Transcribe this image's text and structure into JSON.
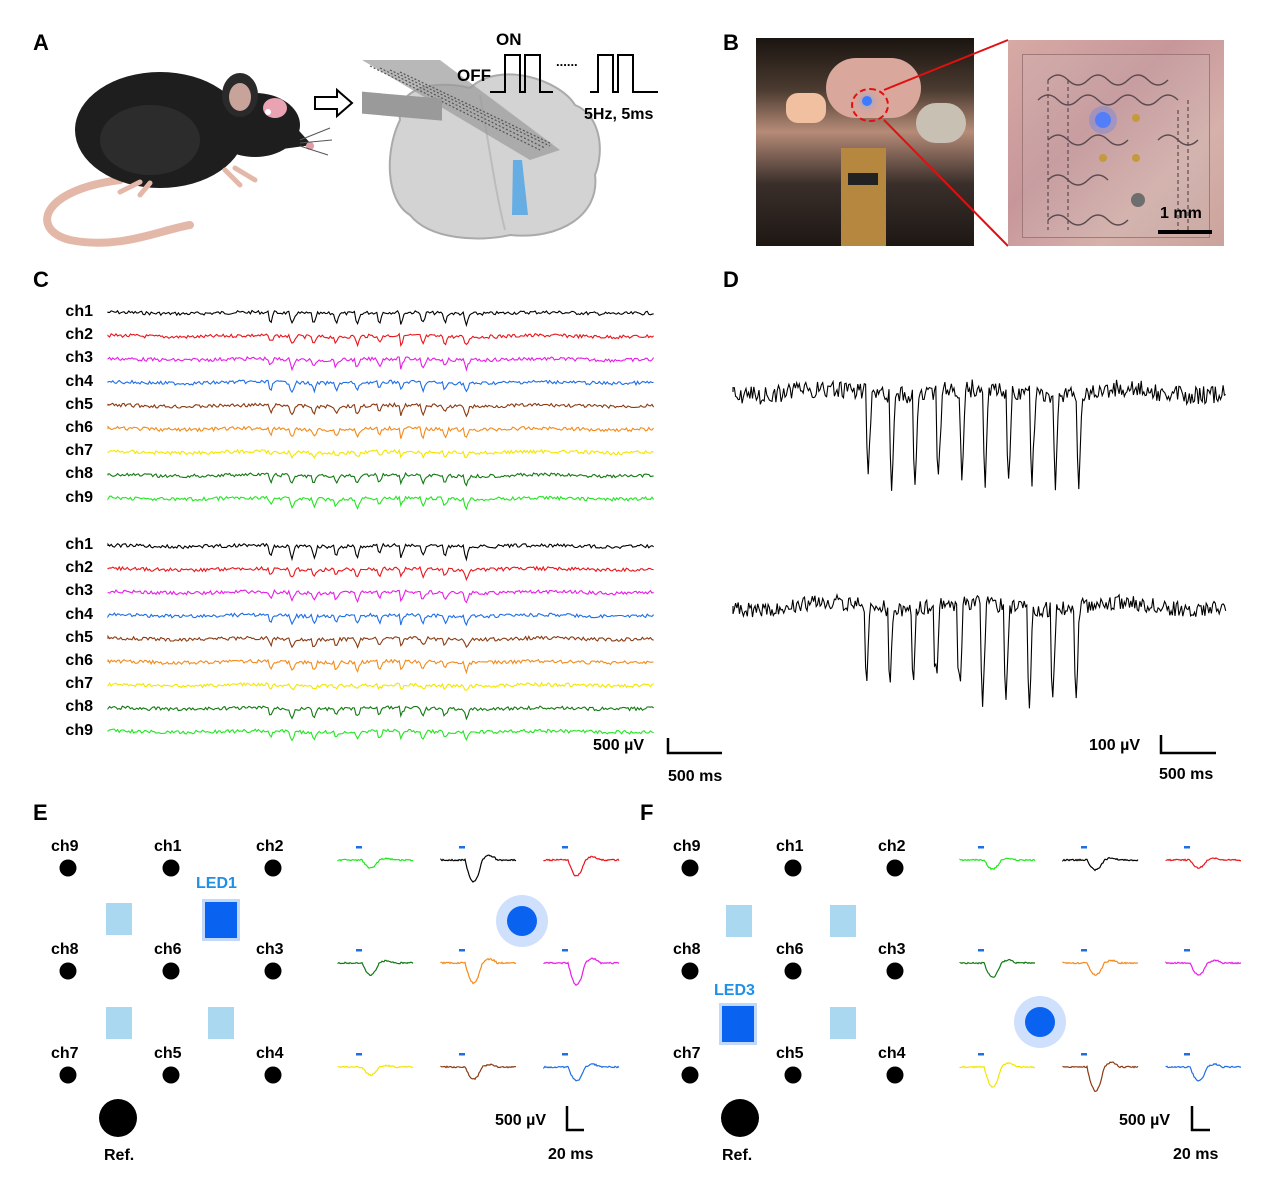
{
  "panels": {
    "A": "A",
    "B": "B",
    "C": "C",
    "D": "D",
    "E": "E",
    "F": "F"
  },
  "panelA": {
    "on": "ON",
    "off": "OFF",
    "dots": "......",
    "freq": "5Hz, 5ms"
  },
  "panelB": {
    "scale": "1 mm"
  },
  "channels": [
    "ch1",
    "ch2",
    "ch3",
    "ch4",
    "ch5",
    "ch6",
    "ch7",
    "ch8",
    "ch9"
  ],
  "channel_colors": [
    "#000000",
    "#e8151b",
    "#e61ee6",
    "#1e6ee6",
    "#8b3a12",
    "#f28b1c",
    "#f2e600",
    "#127a12",
    "#22e622"
  ],
  "panelC": {
    "scale_v": "500 µV",
    "scale_t": "500 ms"
  },
  "panelD": {
    "scale_v": "100 µV",
    "scale_t": "500 ms"
  },
  "panelE": {
    "grid": [
      [
        "ch9",
        "ch1",
        "ch2"
      ],
      [
        "ch8",
        "ch6",
        "ch3"
      ],
      [
        "ch7",
        "ch5",
        "ch4"
      ]
    ],
    "led": "LED1",
    "ref": "Ref.",
    "scale_v": "500 µV",
    "scale_t": "20 ms"
  },
  "panelF": {
    "grid": [
      [
        "ch9",
        "ch1",
        "ch2"
      ],
      [
        "ch8",
        "ch6",
        "ch3"
      ],
      [
        "ch7",
        "ch5",
        "ch4"
      ]
    ],
    "led": "LED3",
    "ref": "Ref.",
    "scale_v": "500 µV",
    "scale_t": "20 ms"
  },
  "colors": {
    "led_blue": "#0a63f0",
    "led_light": "#a9d8f0",
    "led_text": "#1e90e6"
  }
}
